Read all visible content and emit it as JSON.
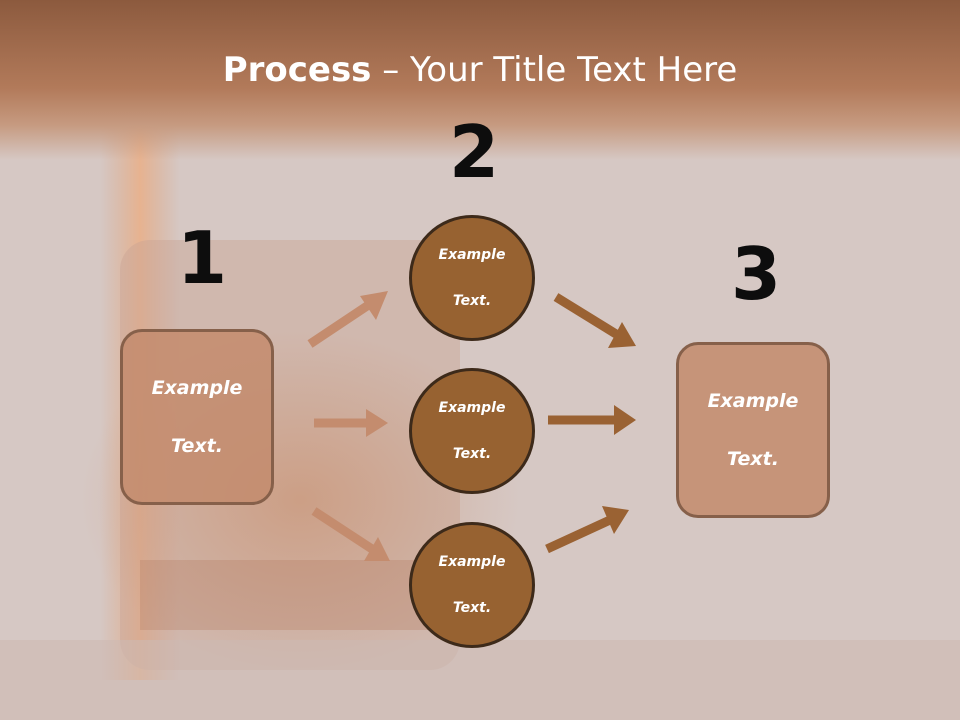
{
  "slide": {
    "title_bold": "Process",
    "title_rest": " – Your Title Text Here",
    "step_numbers": [
      "1",
      "2",
      "3"
    ],
    "left_box_text": [
      "Example",
      "Text."
    ],
    "right_box_text": [
      "Example",
      "Text."
    ],
    "circles": [
      [
        "Example",
        "Text."
      ],
      [
        "Example",
        "Text."
      ],
      [
        "Example",
        "Text."
      ]
    ]
  },
  "colors": {
    "title_band": "#b27a5a",
    "box_fill": "#c48c6e",
    "circle_fill": "#976231",
    "arrow_light": "#c48c6e",
    "arrow_dark": "#9a6233"
  }
}
